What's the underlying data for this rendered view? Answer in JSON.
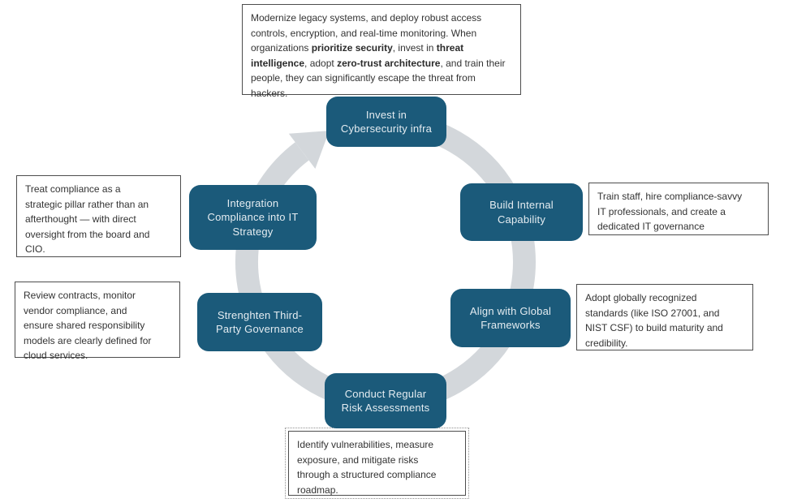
{
  "diagram": {
    "title_hint": "IT compliance strategy cycle",
    "colors": {
      "node_fill": "#1b5a7a",
      "node_text": "#e4ecf1",
      "ring": "#d3d7db",
      "box_border": "#4d4d4d",
      "box_text": "#333333"
    },
    "nodes": {
      "invest": {
        "label": "Invest in\nCybersecurity infra"
      },
      "build": {
        "label": "Build Internal\nCapability"
      },
      "align": {
        "label": "Align with Global\nFrameworks"
      },
      "conduct": {
        "label": "Conduct Regular\nRisk Assessments"
      },
      "strengthen": {
        "label": "Strenghten Third-\nParty Governance"
      },
      "integration": {
        "label": "Integration\nCompliance into IT\nStrategy"
      }
    },
    "callouts": {
      "modernize": {
        "p1": "Modernize legacy systems, and deploy robust access controls, encryption, and real-time monitoring. When organizations ",
        "b1": "prioritize security",
        "p2": ", invest in ",
        "b2": "threat intelligence",
        "p3": ", adopt ",
        "b3": "zero-trust architecture",
        "p4": ", and train their people, they can significantly escape the threat from hackers."
      },
      "train": {
        "text": "Train staff, hire compliance-savvy\nIT professionals, and create a\ndedicated IT governance"
      },
      "adopt": {
        "text": "Adopt globally recognized\nstandards (like ISO 27001, and\nNIST CSF) to build maturity and\ncredibility."
      },
      "identify": {
        "text": "Identify vulnerabilities, measure\nexposure, and mitigate risks\nthrough a structured compliance\nroadmap.",
        "selected": true
      },
      "review": {
        "text": "Review contracts, monitor\nvendor compliance, and\nensure shared responsibility\nmodels are clearly defined for\ncloud services."
      },
      "treat": {
        "text": "Treat compliance as a\nstrategic pillar rather than an\nafterthought — with direct\noversight from the board and\nCIO."
      }
    }
  }
}
